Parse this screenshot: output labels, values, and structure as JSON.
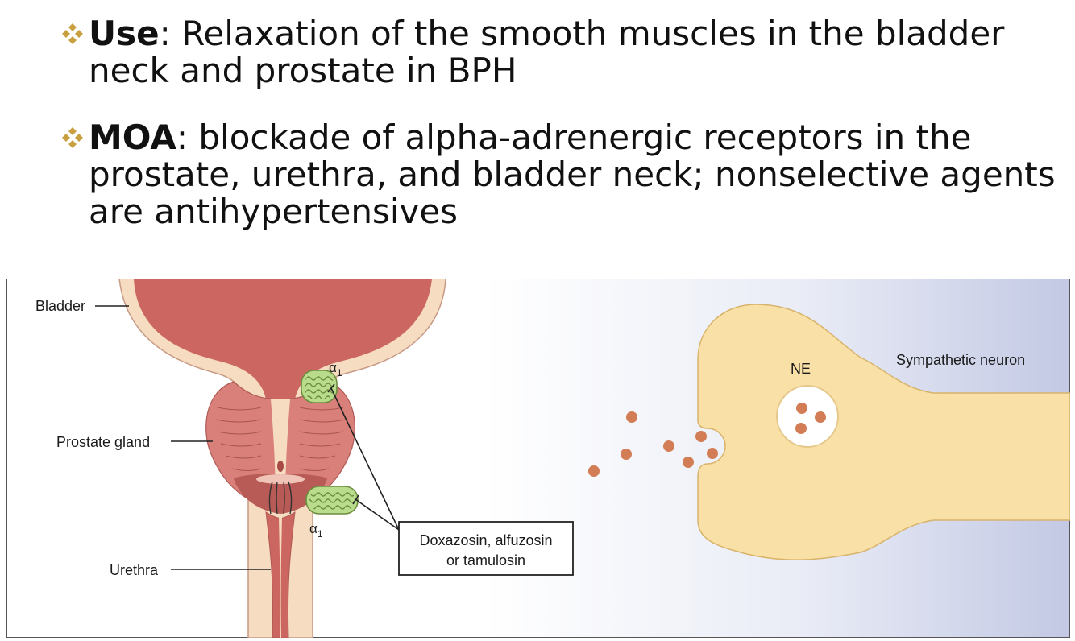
{
  "bullets": [
    {
      "term": "Use",
      "text": ": Relaxation of the smooth muscles in the bladder neck and prostate in BPH"
    },
    {
      "term": "MOA",
      "text": ": blockade of alpha-adrenergic receptors in the prostate, urethra, and bladder neck; nonselective agents are antihypertensives"
    }
  ],
  "diagram": {
    "labels": {
      "bladder": "Bladder",
      "prostate": "Prostate gland",
      "urethra": "Urethra",
      "receptor_top": "α",
      "receptor_bottom": "α",
      "receptor_subscript": "1",
      "neuron": "Sympathetic neuron",
      "ne": "NE"
    },
    "drug_box": {
      "line1": "Doxazosin, alfuzosin",
      "line2": "or tamulosin"
    }
  },
  "colors": {
    "bullet_marker": "#c8a040",
    "bladder": "#cc6660",
    "neuron": "#f9e0a6",
    "receptor": "#b8dc8c",
    "ne_dot": "#d27d55"
  },
  "icons": {
    "bullet_marker": "four-diamond-icon"
  }
}
